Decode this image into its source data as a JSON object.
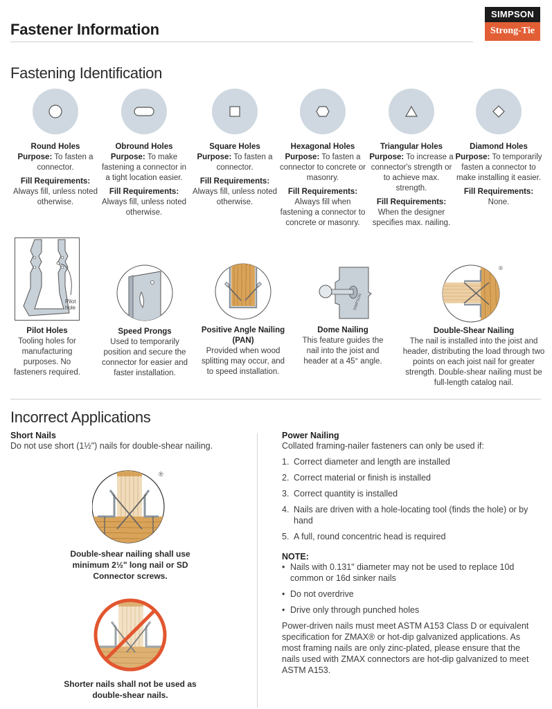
{
  "header": {
    "title": "Fastener Information",
    "logo_top": "SIMPSON",
    "logo_bottom": "Strong-Tie"
  },
  "fastening_identification": {
    "title": "Fastening Identification",
    "purpose_label": "Purpose:",
    "fill_label": "Fill Requirements:",
    "holes": [
      {
        "name": "Round Holes",
        "shape": "circle",
        "purpose": "To fasten a connector.",
        "fill": "Always fill, unless noted otherwise."
      },
      {
        "name": "Obround Holes",
        "shape": "obround",
        "purpose": "To make fastening a connector in a tight location easier.",
        "fill": "Always fill, unless noted otherwise."
      },
      {
        "name": "Square Holes",
        "shape": "square",
        "purpose": "To fasten a connector.",
        "fill": "Always fill, unless noted otherwise."
      },
      {
        "name": "Hexagonal Holes",
        "shape": "hexagon",
        "purpose": "To fasten a connector to concrete or masonry.",
        "fill": "Always fill when fastening a connector to concrete or masonry."
      },
      {
        "name": "Triangular Holes",
        "shape": "triangle",
        "purpose": "To increase a connector's strength or to achieve max. strength.",
        "fill": "When the designer specifies max. nailing."
      },
      {
        "name": "Diamond Holes",
        "shape": "diamond",
        "purpose": "To temporarily fasten a connector to make installing it easier.",
        "fill": "None."
      }
    ],
    "features": [
      {
        "name": "Pilot Holes",
        "desc": "Tooling holes for manufacturing purposes. No fasteners required.",
        "image_label": "Pilot hole"
      },
      {
        "name": "Speed Prongs",
        "desc": "Used to temporarily position and secure the connector for easier and faster installation."
      },
      {
        "name": "Positive Angle Nailing (PAN)",
        "desc": "Provided when wood splitting may occur, and to speed installation."
      },
      {
        "name": "Dome Nailing",
        "desc": "This feature guides the nail into the joist and header at a 45° angle.",
        "image_label": "SIMPSON Strong-Tie"
      },
      {
        "name": "Double-Shear Nailing",
        "desc": "The nail is installed into the joist and header, distributing the load through two points on each joist nail for greater strength. Double-shear nailing must be full-length catalog nail."
      }
    ]
  },
  "incorrect_applications": {
    "title": "Incorrect Applications",
    "short_nails": {
      "heading": "Short Nails",
      "text": "Do not use short (1½\") nails for double-shear nailing.",
      "caption_correct": "Double-shear nailing shall use minimum 2½\" long nail or SD Connector screws.",
      "caption_incorrect": "Shorter nails shall not be used as double-shear nails."
    },
    "power_nailing": {
      "heading": "Power Nailing",
      "intro": "Collated framing-nailer fasteners can only be used if:",
      "conditions": [
        "Correct diameter and length are installed",
        "Correct material or finish is installed",
        "Correct quantity is installed",
        "Nails are driven with a hole-locating tool (finds the hole) or by hand",
        "A full, round concentric head is required"
      ],
      "note_heading": "NOTE:",
      "notes": [
        "Nails with 0.131\" diameter may not be used to replace 10d common or 16d sinker nails",
        "Do not overdrive",
        "Drive only through punched holes"
      ],
      "footer": "Power-driven nails must meet ASTM A153 Class D or equivalent specification for ZMAX® or hot-dip galvanized applications. As most framing nails are only zinc-plated, please ensure that the nails used with ZMAX connectors are hot-dip galvanized to meet ASTM A153."
    }
  },
  "colors": {
    "hole_circle": "#cfd8e0",
    "logo_black": "#1b1b1b",
    "logo_orange": "#e25f36",
    "wood": "#d9a45a",
    "steel": "#c8d0d8",
    "prohibit_red": "#e2562f"
  }
}
